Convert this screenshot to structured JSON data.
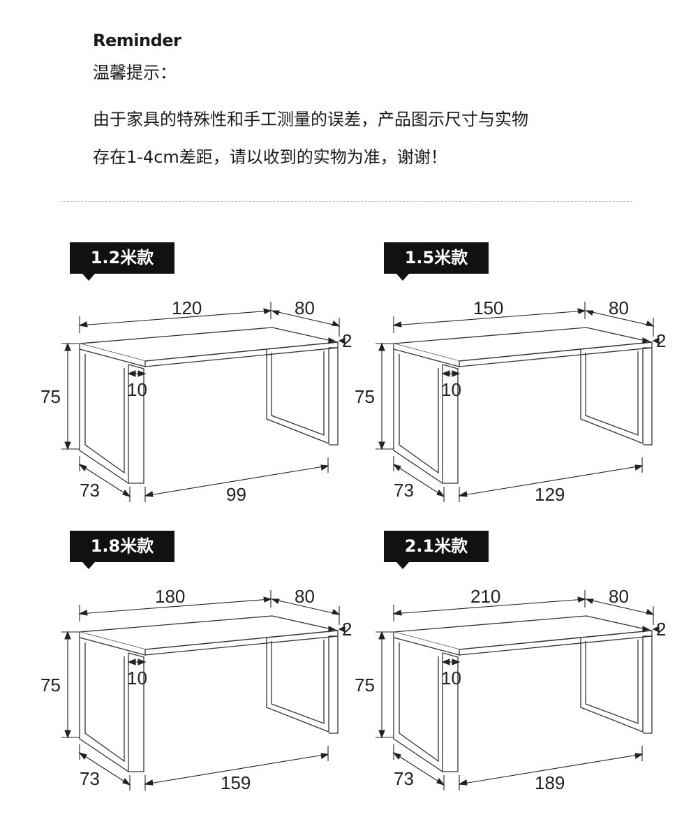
{
  "reminder": {
    "title_en": "Reminder",
    "title_cn": "温馨提示：",
    "line1": "由于家具的特殊性和手工测量的误差，产品图示尺寸与实物",
    "line2": "存在1-4cm差距，请以收到的实物为准，谢谢！"
  },
  "models": [
    {
      "label": "1.2米款",
      "length": "120",
      "depth": "80",
      "thickness": "2",
      "height": "75",
      "leg_width": "10",
      "leg_depth": "73",
      "inner_span": "99"
    },
    {
      "label": "1.5米款",
      "length": "150",
      "depth": "80",
      "thickness": "2",
      "height": "75",
      "leg_width": "10",
      "leg_depth": "73",
      "inner_span": "129"
    },
    {
      "label": "1.8米款",
      "length": "180",
      "depth": "80",
      "thickness": "2",
      "height": "75",
      "leg_width": "10",
      "leg_depth": "73",
      "inner_span": "159"
    },
    {
      "label": "2.1米款",
      "length": "210",
      "depth": "80",
      "thickness": "2",
      "height": "75",
      "leg_width": "10",
      "leg_depth": "73",
      "inner_span": "189"
    }
  ]
}
